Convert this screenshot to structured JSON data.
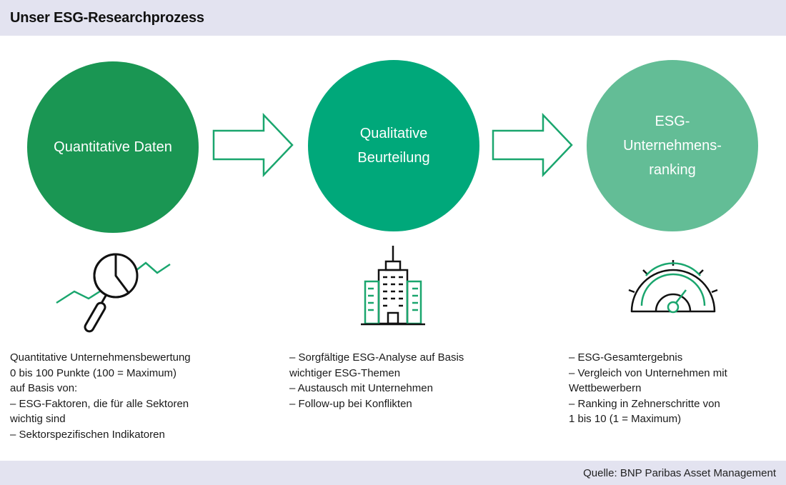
{
  "header": {
    "title": "Unser ESG-Researchprozess"
  },
  "steps": [
    {
      "circle_lines": [
        "Quantitative Daten"
      ],
      "color": "#1a9653",
      "icon": "magnifier-chart-icon",
      "intro_lines": [
        "Quantitative Unternehmensbewertung",
        "0 bis 100 Punkte (100 = Maximum)",
        "auf Basis von:"
      ],
      "bullets": [
        {
          "lines": [
            "– ESG-Faktoren, die für alle Sektoren",
            "wichtig sind"
          ]
        },
        {
          "lines": [
            "– Sektorspezifischen Indikatoren"
          ]
        }
      ]
    },
    {
      "circle_lines": [
        "Qualitative",
        "Beurteilung"
      ],
      "color": "#00a87a",
      "icon": "building-icon",
      "bullets": [
        {
          "lines": [
            "– Sorgfältige ESG-Analyse auf Basis",
            "wichtiger ESG-Themen"
          ]
        },
        {
          "lines": [
            "– Austausch mit Unternehmen"
          ]
        },
        {
          "lines": [
            "– Follow-up bei Konflikten"
          ]
        }
      ]
    },
    {
      "circle_lines": [
        "ESG-",
        "Unternehmens-",
        "ranking"
      ],
      "color": "#63bd96",
      "icon": "gauge-icon",
      "bullets": [
        {
          "lines": [
            "– ESG-Gesamtergebnis"
          ]
        },
        {
          "lines": [
            "– Vergleich von Unternehmen mit",
            "Wettbewerbern"
          ]
        },
        {
          "lines": [
            "– Ranking in Zehnerschritte von",
            "1 bis 10 (1 = Maximum)"
          ]
        }
      ]
    }
  ],
  "arrows": [
    "arrow-right-icon",
    "arrow-right-icon"
  ],
  "accent_green": "#1aa66e",
  "footer": {
    "source": "Quelle: BNP Paribas Asset Management"
  }
}
